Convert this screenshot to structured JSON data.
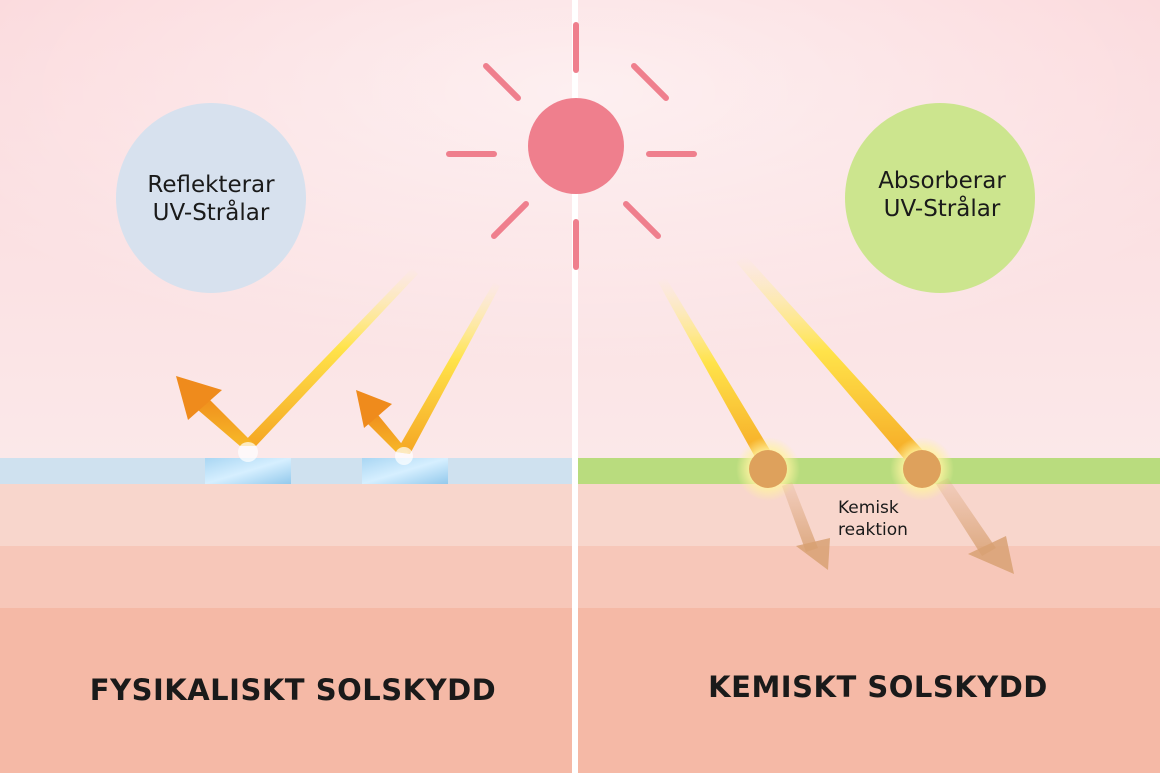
{
  "left_panel": {
    "bubble_line1": "Reflekterar",
    "bubble_line2": "UV-Strålar",
    "title": "FYSIKALISKT SOLSKYDD",
    "bubble_color": "#d7e1ee",
    "layer_color": "#cfe1ef"
  },
  "right_panel": {
    "bubble_line1": "Absorberar",
    "bubble_line2": "UV-Strålar",
    "title": "KEMISKT SOLSKYDD",
    "reaction_line1": "Kemisk",
    "reaction_line2": "reaktion",
    "bubble_color": "#cce58e",
    "layer_color": "#b9dc7e"
  },
  "colors": {
    "sun": "#ef7f8d",
    "ray": "#f5c31f",
    "skin_top": "#f8d6cc",
    "skin_mid": "#f7c7b9",
    "skin_bottom": "#f5b9a6"
  },
  "icons": [
    "sun-icon",
    "reflect-arrow-icon",
    "absorb-particle-icon"
  ]
}
